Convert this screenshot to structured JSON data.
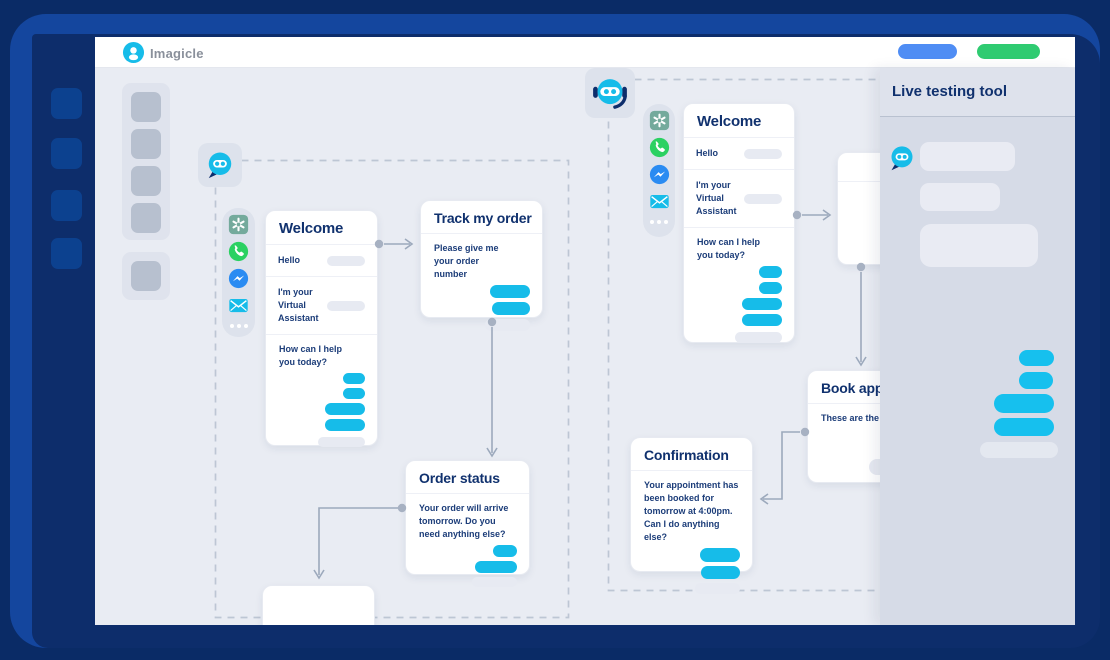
{
  "brand": "Imagicle",
  "topbar": {
    "buttons": [
      {
        "name": "primary-pill",
        "color": "#4f8df4"
      },
      {
        "name": "success-pill",
        "color": "#2fcb71"
      }
    ]
  },
  "channels": {
    "items": [
      "openai",
      "whatsapp",
      "messenger",
      "email",
      "more"
    ]
  },
  "flow1": {
    "welcome": {
      "title": "Welcome",
      "greeting": "Hello",
      "intro": "I'm your Virtual Assistant",
      "question": "How can I help you today?"
    },
    "track_order": {
      "title": "Track my order",
      "body": "Please give me your order number"
    },
    "order_status": {
      "title": "Order status",
      "body": "Your order will arrive tomorrow. Do you need anything else?"
    }
  },
  "flow2": {
    "welcome": {
      "title": "Welcome",
      "greeting": "Hello",
      "intro": "I'm your Virtual Assistant",
      "question": "How can I help you today?"
    },
    "book_appointment": {
      "title": "Book app",
      "body": "These are the avail"
    },
    "confirmation": {
      "title": "Confirmation",
      "body": "Your appointment has been booked for tomorrow at 4:00pm. Can I do anything else?"
    }
  },
  "live_panel": {
    "title": "Live testing tool"
  },
  "colors": {
    "accent_cyan": "#16bce9",
    "navy_text": "#10316e",
    "frame_blue": "#14469e",
    "page_navy": "#0a2b66",
    "screen_navy": "#0d2d6b",
    "button_blue": "#4f8df4",
    "button_green": "#2fcb71",
    "openai_green": "#74aa9c",
    "whatsapp_green": "#2bd162",
    "messenger_blue": "#2a8bf2"
  }
}
